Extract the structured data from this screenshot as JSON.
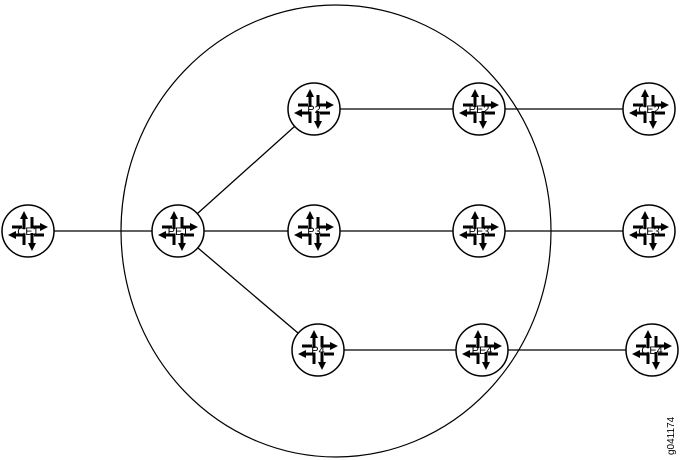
{
  "figure_id": "g041174",
  "routers": [
    {
      "id": "CE1",
      "label": "CE1"
    },
    {
      "id": "PE1",
      "label": "PE1"
    },
    {
      "id": "P2",
      "label": "P2"
    },
    {
      "id": "P3",
      "label": "P3"
    },
    {
      "id": "P4",
      "label": "P4"
    },
    {
      "id": "PE2",
      "label": "PE2"
    },
    {
      "id": "PE3",
      "label": "PE3"
    },
    {
      "id": "PE4",
      "label": "PE4"
    },
    {
      "id": "CE2",
      "label": "CE2"
    },
    {
      "id": "CE3",
      "label": "CE3"
    },
    {
      "id": "CE4",
      "label": "CE4"
    }
  ],
  "links": [
    {
      "from": "CE1",
      "to": "PE1"
    },
    {
      "from": "PE1",
      "to": "P2"
    },
    {
      "from": "PE1",
      "to": "P3"
    },
    {
      "from": "PE1",
      "to": "P4"
    },
    {
      "from": "P2",
      "to": "PE2"
    },
    {
      "from": "P3",
      "to": "PE3"
    },
    {
      "from": "P4",
      "to": "PE4"
    },
    {
      "from": "PE2",
      "to": "CE2"
    },
    {
      "from": "PE3",
      "to": "CE3"
    },
    {
      "from": "PE4",
      "to": "CE4"
    }
  ],
  "colors": {
    "stroke": "#000000",
    "fill": "#ffffff"
  },
  "icons": {
    "router": "router-icon"
  }
}
